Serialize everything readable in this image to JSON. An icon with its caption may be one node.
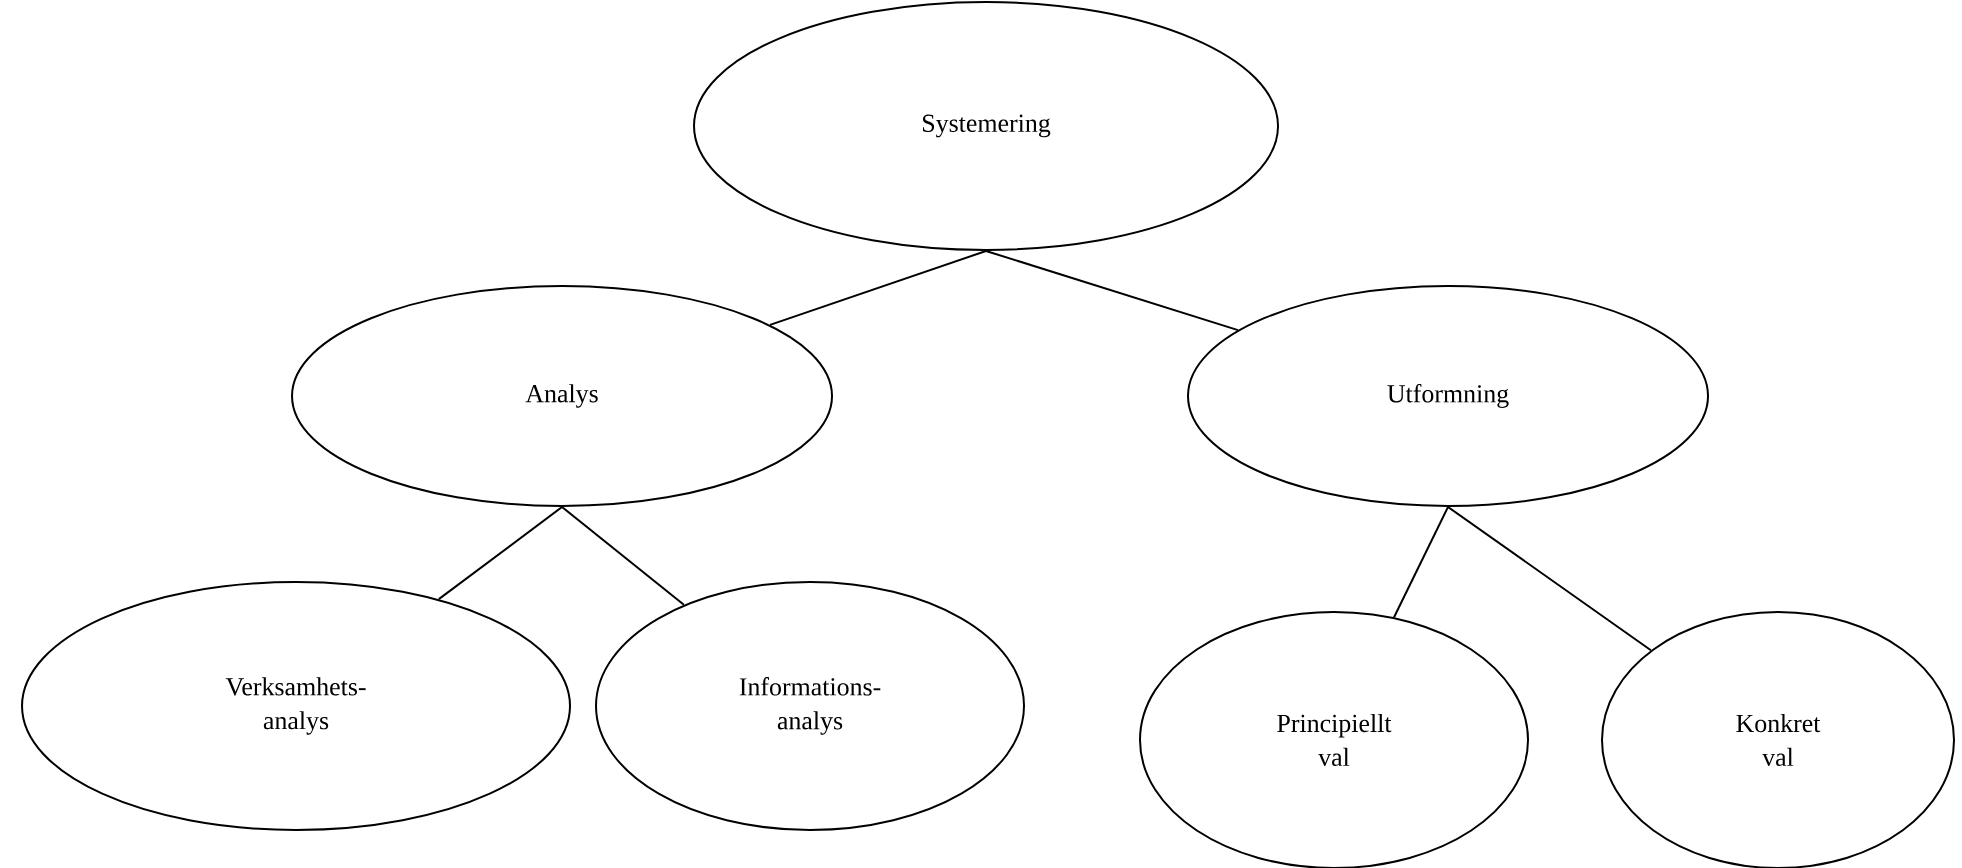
{
  "diagram": {
    "nodes": [
      {
        "text": [
          "Systemering"
        ]
      },
      {
        "text": [
          "Analys"
        ]
      },
      {
        "text": [
          "Utformning"
        ]
      },
      {
        "text": [
          "Verksamhets- analys"
        ]
      },
      {
        "text": [
          "Informations- analys"
        ]
      },
      {
        "text": [
          "Principiellt val"
        ]
      },
      {
        "text": [
          "Konkret val"
        ]
      }
    ],
    "edges": [
      {
        "from": 0,
        "to": 1,
        "arrow": "none"
      },
      {
        "from": 0,
        "to": 2,
        "arrow": "none"
      },
      {
        "from": 1,
        "to": 3,
        "arrow": "none"
      },
      {
        "from": 1,
        "to": 4,
        "arrow": "none"
      },
      {
        "from": 2,
        "to": 5,
        "arrow": "none"
      },
      {
        "from": 2,
        "to": 6,
        "arrow": "none"
      }
    ]
  }
}
